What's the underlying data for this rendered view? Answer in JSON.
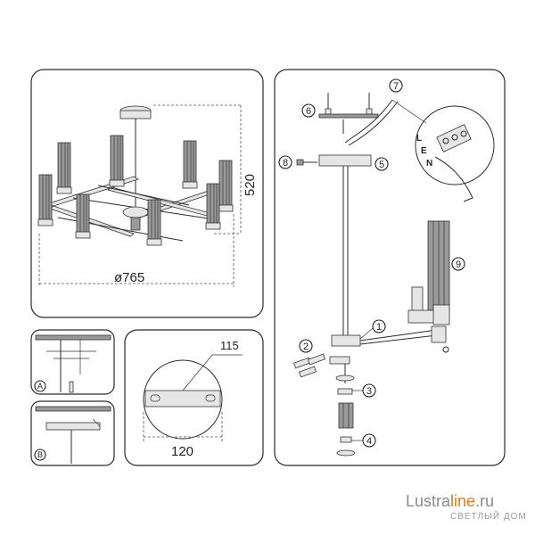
{
  "dimensions": {
    "height": "520",
    "diameter": "ø765",
    "plate_length": "115",
    "plate_diameter": "120"
  },
  "callouts": [
    "1",
    "2",
    "3",
    "4",
    "5",
    "6",
    "7",
    "8",
    "9"
  ],
  "variants": [
    "A",
    "B"
  ],
  "wire_letters": [
    "L",
    "E",
    "N"
  ],
  "watermark": {
    "brand_main": "Lustra",
    "brand_accent": "line",
    "brand_tld": ".ru",
    "tagline": "СВЕТЛЫЙ ДОМ"
  }
}
